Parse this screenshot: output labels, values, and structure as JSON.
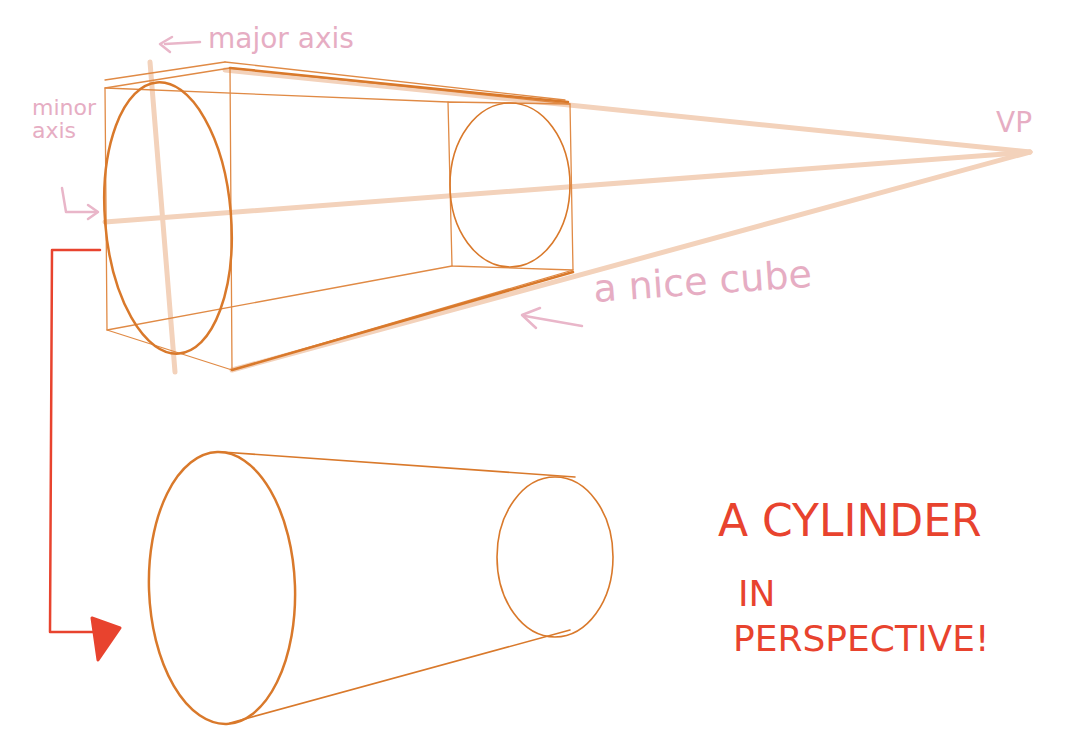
{
  "diagram": {
    "labels": [
      "major axis",
      "minor axis",
      "VP",
      "a nice cube",
      "A CYLINDER",
      "IN",
      "PERSPECTIVE!"
    ]
  }
}
